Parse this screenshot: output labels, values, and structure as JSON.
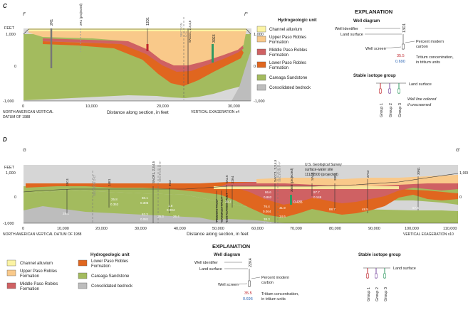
{
  "colors": {
    "channel_alluvium": "#fbf3a3",
    "upper_paso": "#f9c98a",
    "middle_paso": "#cf6163",
    "lower_paso": "#e0661f",
    "careaga": "#a3bb5e",
    "bedrock": "#bdbdbd",
    "tritium_text": "#c0262d",
    "carbon_text": "#2a64b4",
    "group1": "#c0262d",
    "group2": "#7a4aa0",
    "group3": "#2f9a62"
  },
  "sectionC": {
    "panel_letter": "C",
    "left_end": "F",
    "right_end": "F'",
    "feet_label": "FEET",
    "y_ticks": [
      "1,000",
      "0",
      "-1,000"
    ],
    "x_ticks": [
      "0",
      "10,000",
      "20,000",
      "30,000"
    ],
    "x_title": "Distance along section, in feet",
    "datum": [
      "NORTH AMERICAN VERTICAL",
      "DATUM OF 1988"
    ],
    "exaggeration": "VERTICAL EXAGERATION x4",
    "section_marker": "SECTION",
    "section_marker_sub": "C-C'",
    "wells": {
      "w1": "2R1",
      "w2": "2R1 (projected)",
      "w3": "13D1",
      "w4": "SACC1, 2,3,4,5",
      "w5": "30E6"
    },
    "legend_title": "Hydrogeologic unit",
    "legend": [
      "Channel alluvium",
      "Upper Paso Robles Formation",
      "Middle Paso Robles Formation",
      "Lower Paso Robles Formation",
      "Careaga Sandstone",
      "Consolidated bedrock"
    ],
    "legend_lines": {
      "upper1": "Upper Paso Robles",
      "upper2": "Formation",
      "middle1": "Middle Paso Robles",
      "middle2": "Formation",
      "lower1": "Lower Paso Robles",
      "lower2": "Formation"
    }
  },
  "explanation1": {
    "title": "EXPLANATION",
    "well_diagram": "Well diagram",
    "well_identifier": "Well identifier",
    "land_surface": "Land surface",
    "well_id_example": "13D1",
    "percent_modern_carbon": "Percent modern",
    "carbon_word": "carbon",
    "well_screen": "Well screen",
    "tritium_value": "35.5",
    "carbon_value": "0.690",
    "tritium_label": "Tritium concentration,",
    "tritium_units": "in tritium units",
    "stable_isotope": "Stable isotope group",
    "iso_land_surface": "Land surface",
    "groups": [
      "Group 1",
      "Group 2",
      "Group 3"
    ],
    "note": "Well line colored if unscreened",
    "note1": "Well line colored",
    "note2": "if unscreened"
  },
  "sectionD": {
    "panel_letter": "D",
    "left_end": "G",
    "right_end": "G'",
    "feet_label": "FEET",
    "y_ticks": [
      "1,000",
      "0",
      "-1,000"
    ],
    "x_ticks": [
      "0",
      "10,000",
      "20,000",
      "30,000",
      "40,000",
      "50,000",
      "60,000",
      "70,000",
      "80,000",
      "90,000",
      "100,000",
      "110,000"
    ],
    "x_title": "Distance along section, in feet",
    "datum": "NORTH AMERICAN VERTICAL DATUM OF 1988",
    "exaggeration": "VERTICAL EXAGERATION x10",
    "usgs_site": [
      "U.S. Geological Survey",
      "surface-water site",
      "11128500 (projected)"
    ],
    "markers": {
      "dd": "SECTION D-D'",
      "ee": "SECTION E-E'",
      "ff": "SECTION F-F'"
    },
    "faults": [
      "PEZZONI FAULT",
      "CASMALIA FAULT",
      "LOS ALAMOS FAULT"
    ],
    "wells": [
      "18C4",
      "14E1",
      "SACR1, 2,3,4,5",
      "9G3",
      "SALS",
      "22K4",
      "SACC1, 2,3,4,5",
      "30E6 (projected)",
      "SALA",
      "28P4",
      "27A2",
      "30N1"
    ],
    "values": {
      "v18c4": "28.1",
      "v14e1a": "25.8",
      "v14e1b": "0.353",
      "sacr_a": "60.1",
      "sacr_b": "0.306",
      "sacr_c": "63.3",
      "sacr_d": "0.081",
      "sacr_e": "35.3",
      "v9g3a": "1.8",
      "v9g3b": "0.004",
      "v9g3c": "26.4",
      "v22k4": "36.2",
      "sacc_a": "86.6",
      "sacc_b": "0.862",
      "sacc_c": "76.4",
      "sacc_d": "0.064",
      "sacc_e": "41.9",
      "sacc_f": "38.3",
      "sacc_g": "0.062",
      "sacc_h": "14.6",
      "v30e6": "0.435",
      "sala_a": "97.7",
      "sala_b": "0.149",
      "v28p4": "88.7",
      "v27a2": "48.5",
      "v30n1": "67.4"
    }
  },
  "explanation2": {
    "title": "EXPLANATION",
    "hydro_title": "Hydrogeologic unit",
    "units": {
      "channel": "Channel alluvium",
      "upper1": "Upper Paso Robles",
      "upper2": "Formation",
      "middle1": "Middle Paso Robles",
      "middle2": "Formation",
      "lower1": "Lower Paso Robles",
      "lower2": "Formation",
      "careaga": "Careaga Sandstone",
      "bedrock": "Consolidated bedrock"
    },
    "well_diagram": "Well diagram",
    "well_identifier": "Well identifier",
    "land_surface": "Land surface",
    "well_id_example": "22K4",
    "percent_modern_carbon": "Percent modern",
    "carbon_word": "carbon",
    "well_screen": "Well screen",
    "tritium_value": "35.5",
    "carbon_value": "0.696",
    "tritium_label": "Tritium concentration,",
    "tritium_units": "in tritium units",
    "stable_isotope": "Stable isotope group",
    "iso_land_surface": "Land surface",
    "groups": [
      "Group 1",
      "Group 2",
      "Group 3"
    ]
  }
}
